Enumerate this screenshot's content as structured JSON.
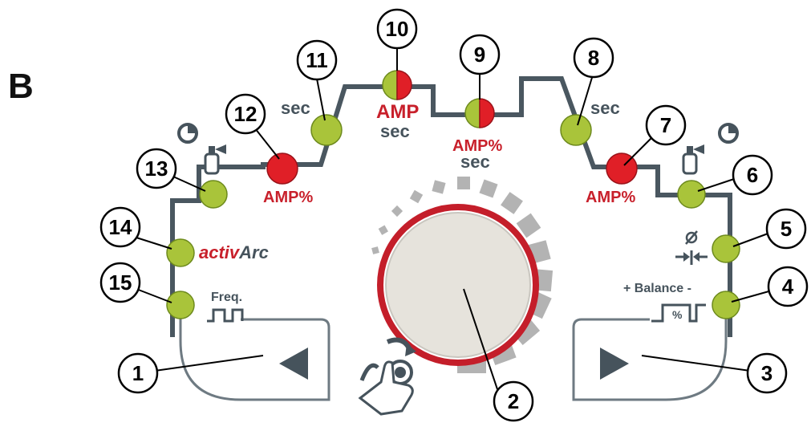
{
  "figure_letter": "B",
  "labels": {
    "sec_left": "sec",
    "sec_right": "sec",
    "amp_top": "AMP",
    "sec_top": "sec",
    "amp_pct_mid": "AMP%",
    "sec_mid": "sec",
    "amp_pct_left": "AMP%",
    "amp_pct_right": "AMP%",
    "activarc_prefix": "activ",
    "activarc_suffix": "Arc",
    "freq": "Freq.",
    "balance": "+ Balance -",
    "balance_pct": "%"
  },
  "callouts": [
    "1",
    "2",
    "3",
    "4",
    "5",
    "6",
    "7",
    "8",
    "9",
    "10",
    "11",
    "12",
    "13",
    "14",
    "15"
  ],
  "leds": {
    "1": null,
    "4": "green",
    "5": "green",
    "6": "green",
    "7": "red",
    "8": "green",
    "9": "green-red",
    "10": "green-red",
    "11": "green",
    "12": "red",
    "13": "green",
    "14": "green",
    "15": "green"
  },
  "icons": {
    "left_button": "left-arrow",
    "right_button": "right-arrow",
    "knob_hint": "rotate-press-hand",
    "timer_left": "clock",
    "timer_right": "clock",
    "gas_left": "gas-cylinder",
    "gas_right": "gas-cylinder",
    "diameter": "electrode-diameter"
  },
  "colors": {
    "green_led": "#a9c43a",
    "red_led": "#e01f27",
    "dark_line": "#4a5760",
    "accent_red": "#c8202b"
  }
}
